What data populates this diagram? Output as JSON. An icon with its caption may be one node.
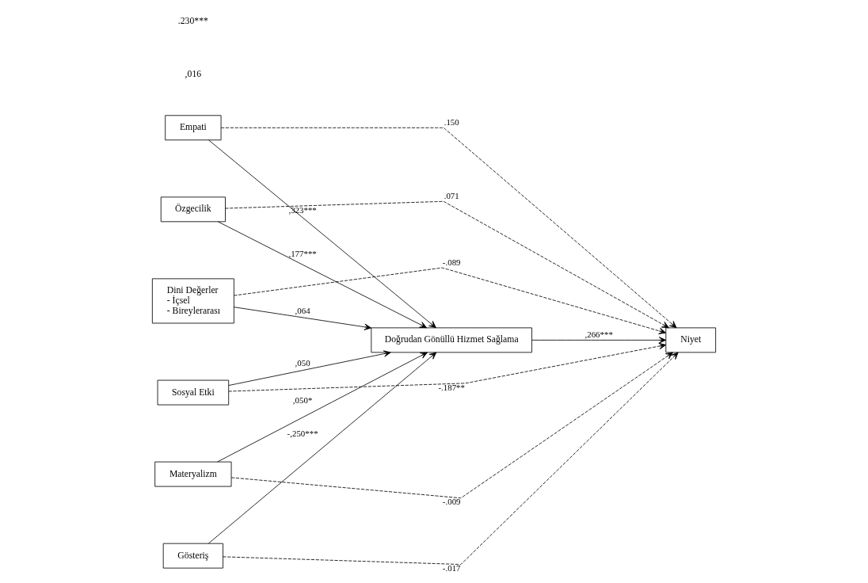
{
  "diagram": {
    "nodes": [
      {
        "text": [
          "Empati"
        ]
      },
      {
        "text": [
          "Özgecilik"
        ]
      },
      {
        "text": [
          "Dini Değerler",
          "- İçsel",
          "- Bireylerarası"
        ]
      },
      {
        "text": [
          "Doğrudan Gönüllü Hizmet Sağlama"
        ]
      },
      {
        "text": [
          "Niyet"
        ]
      },
      {
        "text": [
          "Sosyal Etki"
        ]
      },
      {
        "text": [
          "Materyalizm"
        ]
      },
      {
        "text": [
          "Gösteriş"
        ]
      }
    ],
    "edges": [
      {
        "from": 0,
        "to": 3,
        "arrow": "to",
        "label": ",323***"
      },
      {
        "from": 0,
        "to": 4,
        "arrow": "to",
        "label": ".150",
        "style": "dashed"
      },
      {
        "from": 1,
        "to": 3,
        "arrow": "to",
        "label": ",177***"
      },
      {
        "from": 1,
        "to": 4,
        "arrow": "to",
        "label": ".071",
        "style": "dashed"
      },
      {
        "from": 2,
        "to": 3,
        "arrow": "to",
        "label": ",064"
      },
      {
        "from": 2,
        "to": 4,
        "arrow": "to",
        "label": "-.089",
        "style": "dashed"
      },
      {
        "from": 3,
        "to": 4,
        "arrow": "to",
        "label": ",266***"
      },
      {
        "from": 5,
        "to": 3,
        "arrow": "to",
        "label": ",050"
      },
      {
        "from": 5,
        "to": 4,
        "arrow": "to",
        "label": "-.187**",
        "style": "dashed"
      },
      {
        "from": 6,
        "to": 3,
        "arrow": "to",
        "label": ",050*"
      },
      {
        "from": 6,
        "to": 4,
        "arrow": "to",
        "label": "-.009",
        "style": "dashed"
      },
      {
        "from": 7,
        "to": 3,
        "arrow": "to",
        "label": "-,250***"
      },
      {
        "from": 7,
        "to": 4,
        "arrow": "to",
        "label": "-.017",
        "style": "dashed"
      }
    ],
    "labels": [
      ",016",
      ".230***"
    ]
  }
}
